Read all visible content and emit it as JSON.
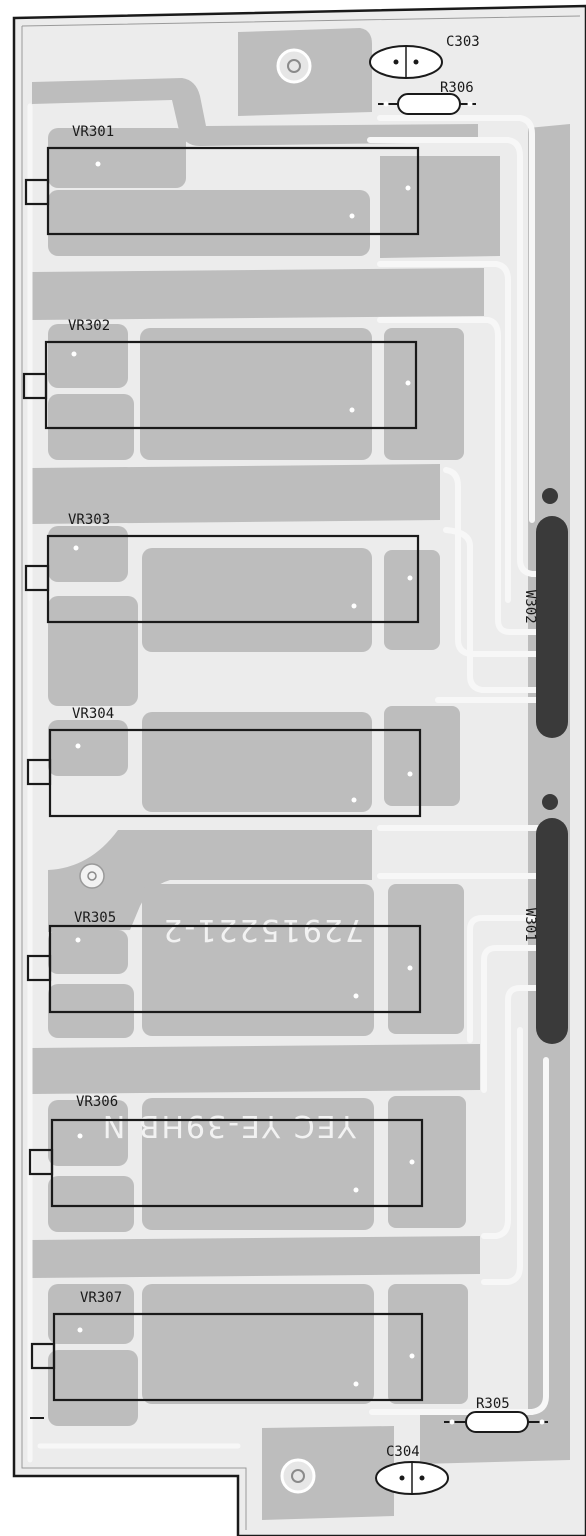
{
  "board": {
    "trimmers": [
      {
        "id": "vr301",
        "label": "VR301"
      },
      {
        "id": "vr302",
        "label": "VR302"
      },
      {
        "id": "vr303",
        "label": "VR303"
      },
      {
        "id": "vr304",
        "label": "VR304"
      },
      {
        "id": "vr305",
        "label": "VR305"
      },
      {
        "id": "vr306",
        "label": "VR306"
      },
      {
        "id": "vr307",
        "label": "VR307"
      }
    ],
    "capacitors": [
      {
        "id": "c303",
        "label": "C303"
      },
      {
        "id": "c304",
        "label": "C304"
      }
    ],
    "resistors": [
      {
        "id": "r306",
        "label": "R306"
      },
      {
        "id": "r305",
        "label": "R305"
      }
    ],
    "connectors": [
      {
        "id": "w302",
        "label": "W302"
      },
      {
        "id": "w301",
        "label": "W301"
      }
    ],
    "silkscreen": {
      "part_number": "72915221-2",
      "maker": "YEC YE-39HB N"
    },
    "colors": {
      "copper": "#bdbdbd",
      "board": "#ececec",
      "ink": "#1a1a1a",
      "connector": "#3a3a3a"
    }
  }
}
